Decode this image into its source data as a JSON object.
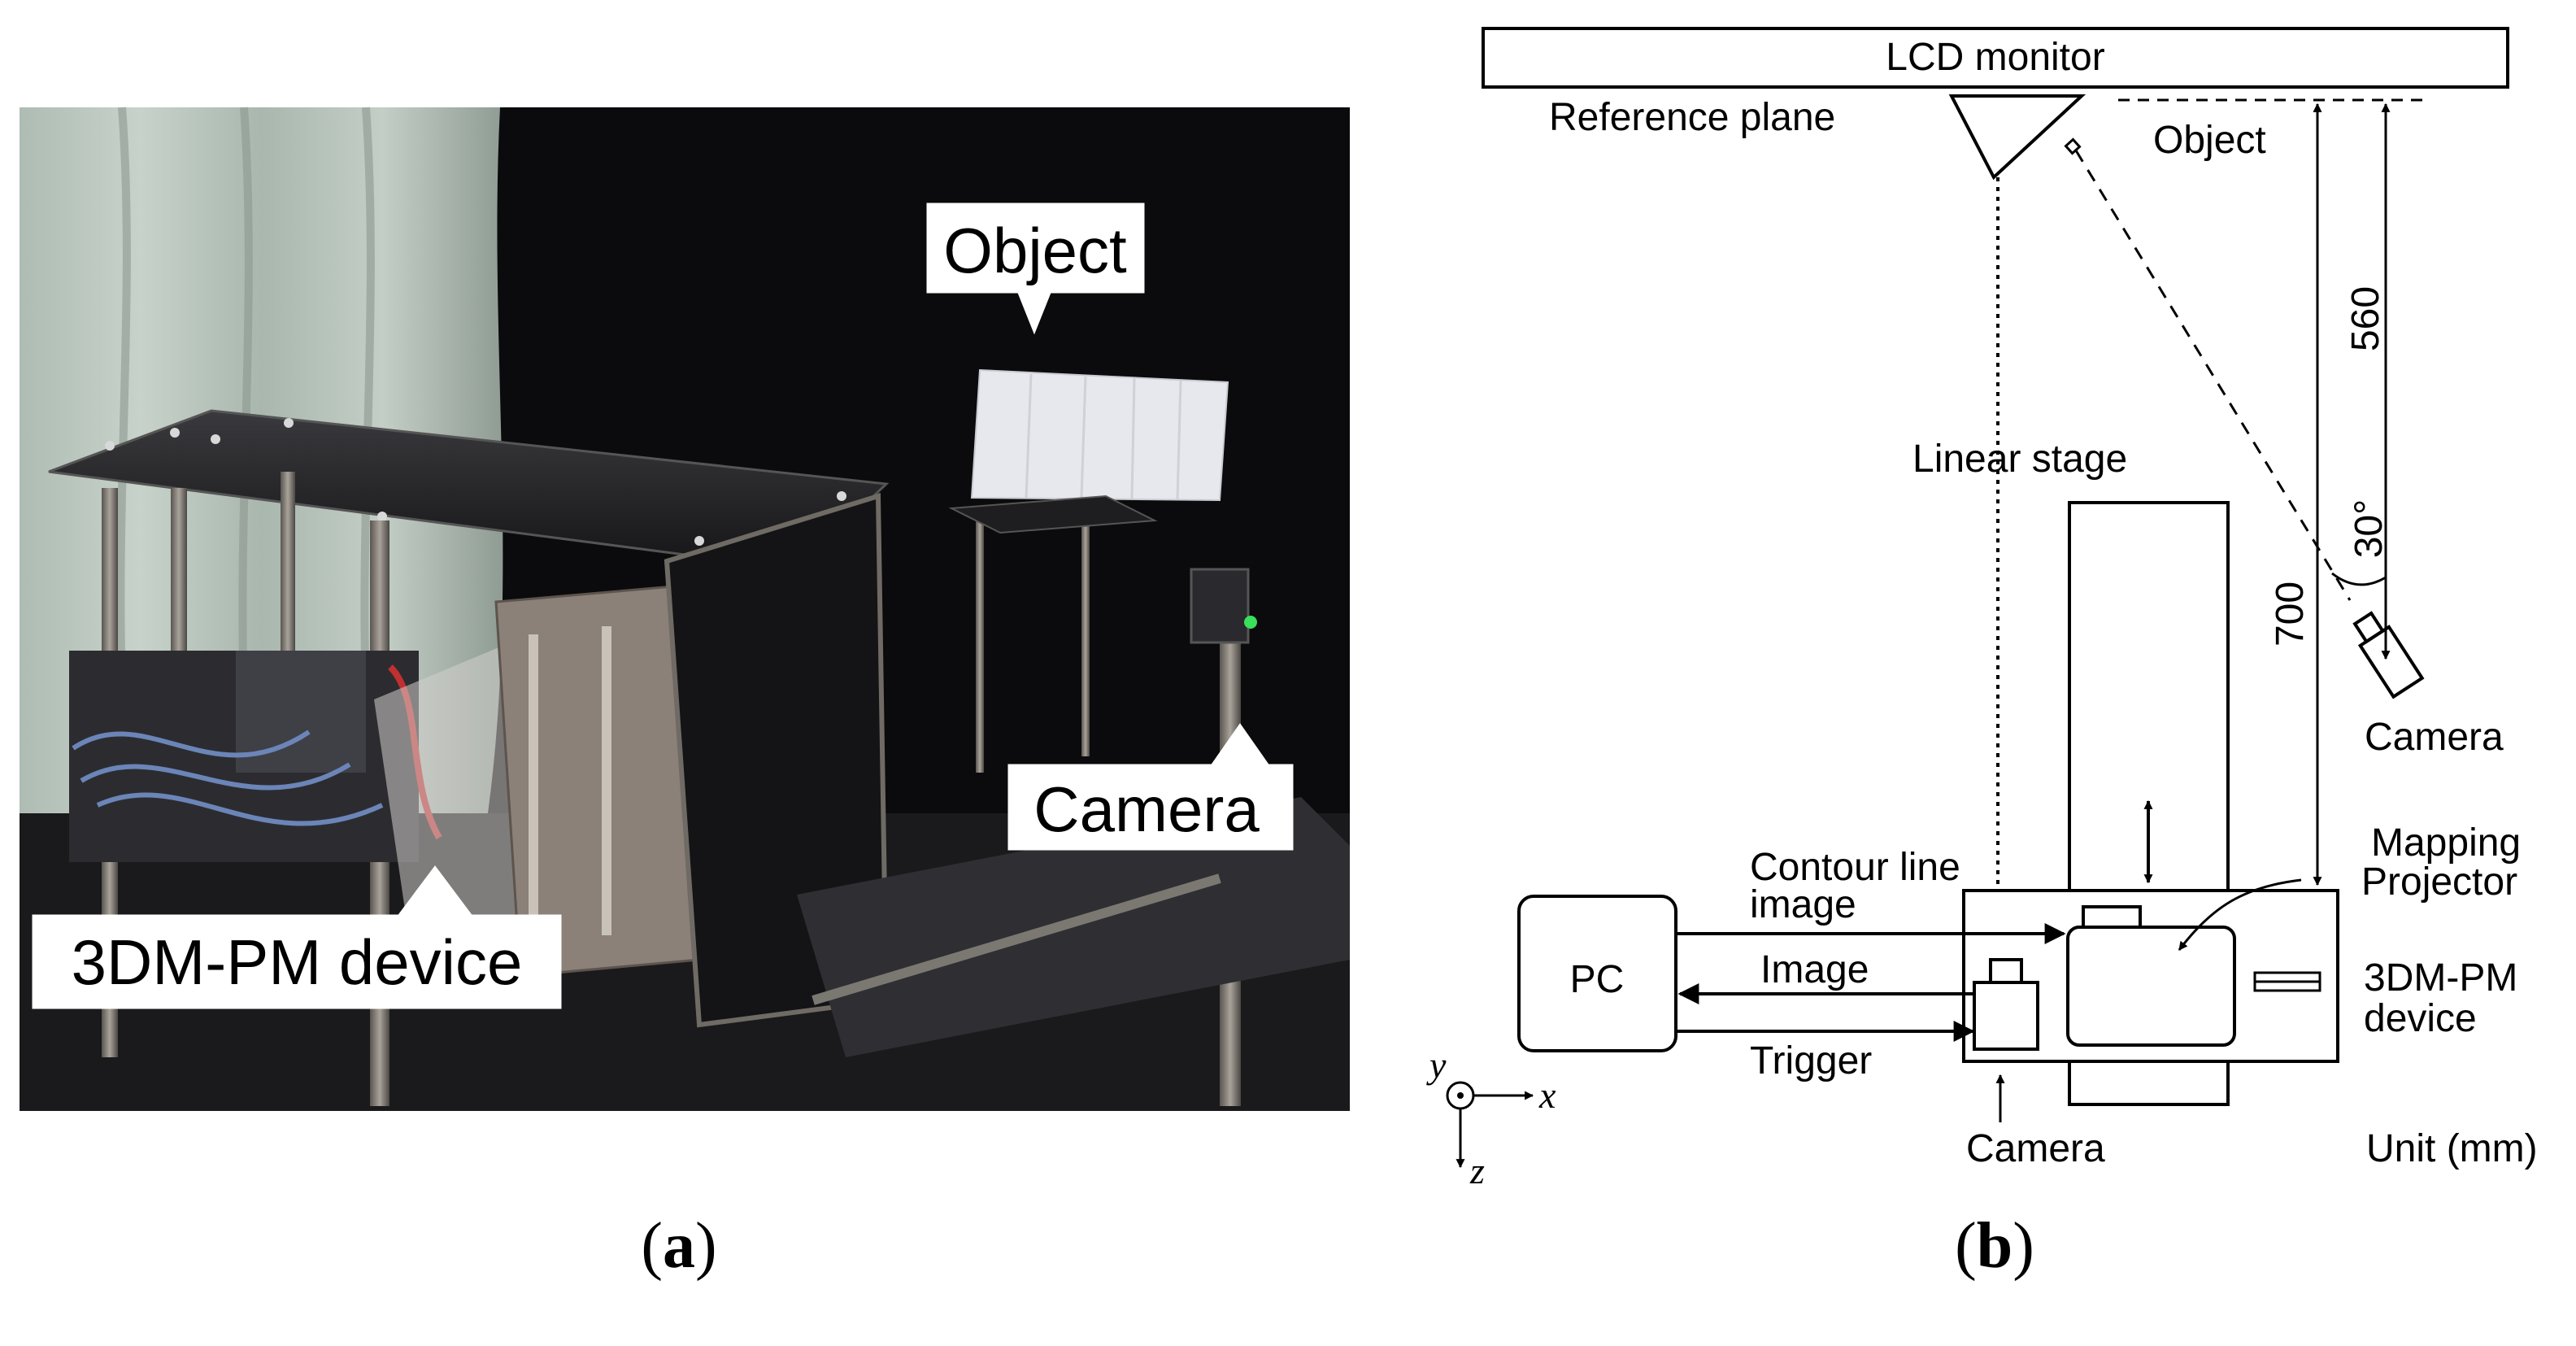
{
  "panel_a": {
    "caption_letter": "a",
    "callouts": {
      "object": "Object",
      "camera": "Camera",
      "device": "3DM-PM device"
    }
  },
  "panel_b": {
    "caption_letter": "b",
    "labels": {
      "lcd_monitor": "LCD monitor",
      "reference_plane": "Reference plane",
      "object": "Object",
      "linear_stage": "Linear stage",
      "dim_560": "560",
      "dim_700": "700",
      "angle": "30°",
      "camera_top": "Camera",
      "mapping_projector_line1": "Mapping",
      "mapping_projector_line2": "Projector",
      "contour_line_1": "Contour line",
      "contour_line_2": "image",
      "image": "Image",
      "trigger": "Trigger",
      "pc": "PC",
      "device_line1": "3DM-PM",
      "device_line2": "device",
      "camera_bottom": "Camera",
      "unit": "Unit (mm)",
      "axis_y": "y",
      "axis_x": "x",
      "axis_z": "z"
    }
  },
  "colors": {
    "line": "#000000",
    "photo_background": "#0b0b0d",
    "curtain": "#b7c3bb",
    "callout_fill": "#ffffff"
  }
}
